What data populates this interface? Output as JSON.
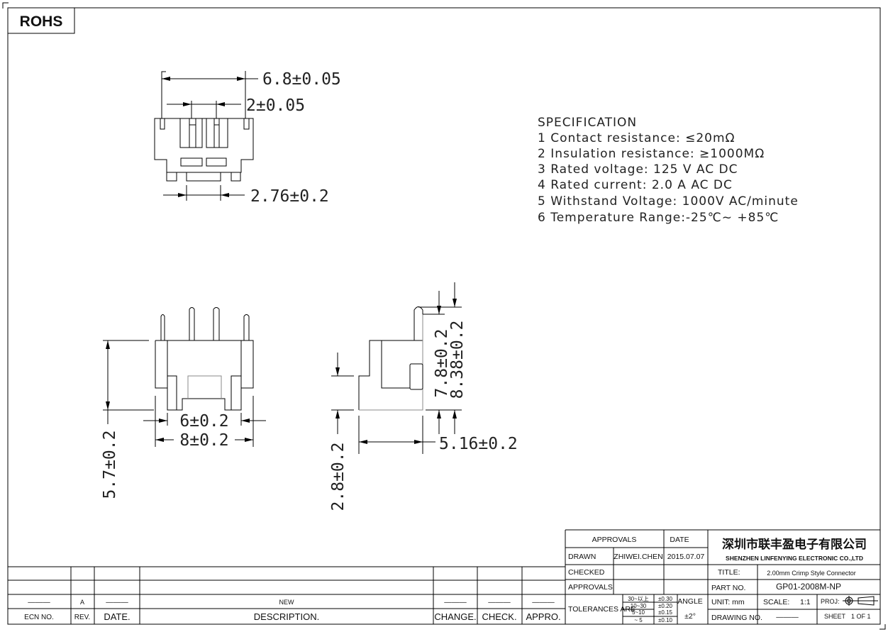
{
  "rohs_label": "ROHS",
  "dimensions": {
    "top_width": "6.8±0.05",
    "pitch": "2±0.05",
    "foot_width": "2.76±0.2",
    "height": "5.7±0.2",
    "inner_width": "6±0.2",
    "outer_width": "8±0.2",
    "side_base": "2.8±0.2",
    "side_depth": "5.16±0.2",
    "pin_height_a": "7.8±0.2",
    "pin_height_b": "8.38±0.2"
  },
  "specification": {
    "title": "SPECIFICATION",
    "items": [
      "1  Contact  resistance: ≤20mΩ",
      "2  Insulation  resistance: ≥1000MΩ",
      "3  Rated  voltage: 125  V  AC  DC",
      "4  Rated  current: 2.0  A  AC  DC",
      "5  Withstand  Voltage: 1000V  AC/minute",
      "6  Temperature  Range:-25℃~  +85℃"
    ]
  },
  "revision_table": {
    "headers": [
      "ECN NO.",
      "REV.",
      "DATE.",
      "DESCRIPTION.",
      "CHANGE.",
      "CHECK.",
      "APPRO."
    ],
    "row": [
      "———",
      "A",
      "———",
      "NEW",
      "———",
      "———",
      "———"
    ]
  },
  "title_block": {
    "approvals_header": "APPROVALS",
    "date_header": "DATE",
    "drawn_label": "DRAWN",
    "drawn_by": "ZHIWEI.CHEN",
    "drawn_date": "2015.07.07",
    "checked_label": "CHECKED",
    "approvals_label": "APPROVALS",
    "tolerances_label": "TOLERANCES  ARE",
    "tolerances": [
      [
        "30~以上",
        "±0.30"
      ],
      [
        "10~30",
        "±0.20"
      ],
      [
        "5~10",
        "±0.15"
      ],
      [
        "~ 5",
        "±0.10"
      ]
    ],
    "angle_label": "ANGLE",
    "angle_value": "±2°",
    "company_cn": "深圳市联丰盈电子有限公司",
    "company_en": "SHENZHEN LINFENYING ELECTRONIC CO.,LTD",
    "title_label": "TITLE:",
    "title_value": "2.00mm  Crimp  Style  Connector",
    "part_label": "PART  NO.",
    "part_value": "GP01-2008M-NP",
    "unit_label": "UNIT:  mm",
    "scale_label": "SCALE:",
    "scale_value": "1:1",
    "proj_label": "PROJ:",
    "drawing_no_label": "DRAWING  NO.",
    "drawing_no_value": "———",
    "sheet_label": "SHEET",
    "sheet_value": "1  OF  1"
  }
}
